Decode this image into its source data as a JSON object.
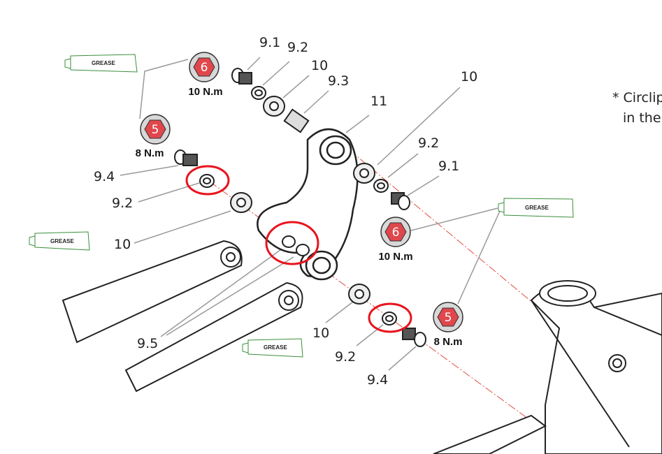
{
  "diagram": {
    "note_lines": [
      "* Circlip",
      "in the"
    ],
    "part_labels": [
      "9.1",
      "9.2",
      "10",
      "9.3",
      "11",
      "10",
      "9.2",
      "9.1",
      "9.4",
      "9.2",
      "10",
      "9.5",
      "10",
      "9.2",
      "9.4"
    ],
    "torque_badges": [
      {
        "bit_size": "6",
        "torque": "10 N.m"
      },
      {
        "bit_size": "5",
        "torque": "8 N.m"
      },
      {
        "bit_size": "6",
        "torque": "10 N.m"
      },
      {
        "bit_size": "5",
        "torque": "8 N.m"
      }
    ],
    "grease_label": "GREASE",
    "colors": {
      "badge_red": "#e0474c",
      "highlight_red": "#e8141c",
      "grease_green": "#3a8f3a",
      "centerline": "#e05040"
    }
  }
}
